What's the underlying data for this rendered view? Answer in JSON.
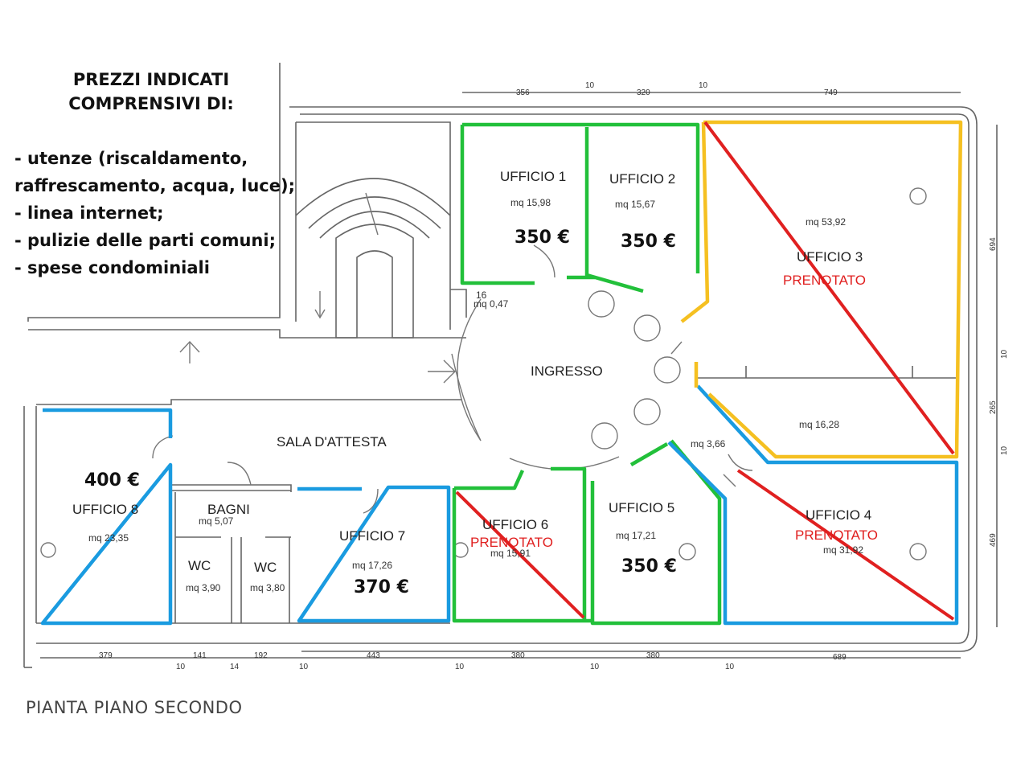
{
  "notes": {
    "heading_line1": "PREZZI INDICATI",
    "heading_line2": "COMPRENSIVI DI:",
    "items": [
      "- utenze (riscaldamento, raffrescamento, acqua, luce);",
      "- linea internet;",
      "- pulizie delle parti comuni;",
      "- spese condominiali"
    ]
  },
  "footer": {
    "title": "PIANTA PIANO SECONDO"
  },
  "status_label": "PRENOTATO",
  "colors": {
    "green": "#22c03a",
    "blue": "#1a9be0",
    "yellow": "#f5c021",
    "red": "#e02020",
    "wall": "#555555"
  },
  "rooms": {
    "ufficio1": {
      "name": "UFFICIO 1",
      "area": "mq 15,98",
      "price": "350 €"
    },
    "ufficio2": {
      "name": "UFFICIO 2",
      "area": "mq 15,67",
      "price": "350 €"
    },
    "ufficio3": {
      "name": "UFFICIO 3",
      "area": "mq 53,92",
      "area2": "mq 16,28",
      "status": "PRENOTATO"
    },
    "ufficio4": {
      "name": "UFFICIO 4",
      "area": "mq 31,92",
      "status": "PRENOTATO"
    },
    "ufficio5": {
      "name": "UFFICIO 5",
      "area": "mq 17,21",
      "price": "350 €"
    },
    "ufficio6": {
      "name": "UFFICIO 6",
      "area": "mq 15,91",
      "status": "PRENOTATO"
    },
    "ufficio7": {
      "name": "UFFICIO 7",
      "area": "mq 17,26",
      "price": "370 €"
    },
    "ufficio8": {
      "name": "UFFICIO 8",
      "area": "mq 23,35",
      "price": "400 €"
    },
    "ingresso": {
      "name": "INGRESSO"
    },
    "sala": {
      "name": "SALA D'ATTESTA"
    },
    "bagni": {
      "name": "BAGNI",
      "area": "mq 5,07"
    },
    "wc1": {
      "name": "WC",
      "area": "mq 3,90"
    },
    "wc2": {
      "name": "WC",
      "area": "mq 3,80"
    },
    "locale16": {
      "name": "16",
      "area": "mq 0,47"
    },
    "disimpegno": {
      "area": "mq 3,66"
    }
  },
  "dimensions": {
    "top": [
      "356",
      "10",
      "320",
      "10",
      "749"
    ],
    "bottom": [
      "379",
      "10",
      "141",
      "14",
      "192",
      "10",
      "443",
      "10",
      "380",
      "10",
      "380",
      "10",
      "689"
    ],
    "right": [
      "694",
      "10",
      "265",
      "10",
      "469"
    ]
  }
}
